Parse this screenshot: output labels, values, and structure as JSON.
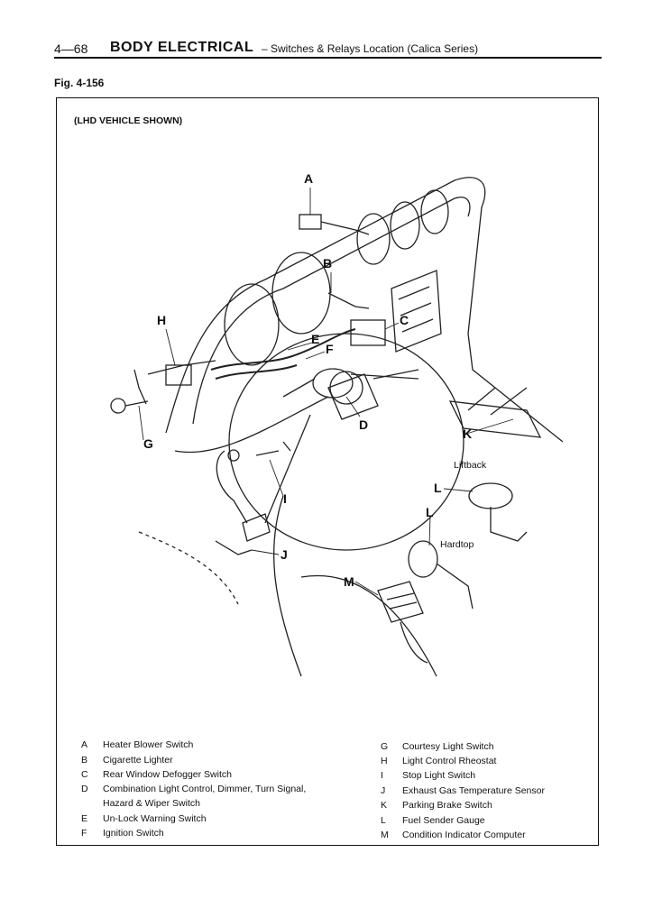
{
  "header": {
    "page_number": "4—68",
    "section": "BODY ELECTRICAL",
    "subtitle": "– Switches & Relays Location (Calica Series)"
  },
  "figure": {
    "number": "Fig. 4-156",
    "note": "(LHD VEHICLE SHOWN)",
    "callouts": [
      "A",
      "B",
      "C",
      "D",
      "E",
      "F",
      "G",
      "H",
      "I",
      "J",
      "K",
      "L",
      "L",
      "M"
    ],
    "sublabels": {
      "liftback": "Liftback",
      "hardtop": "Hardtop"
    }
  },
  "legend": {
    "left": [
      {
        "key": "A",
        "text": "Heater Blower Switch"
      },
      {
        "key": "B",
        "text": "Cigarette Lighter"
      },
      {
        "key": "C",
        "text": "Rear Window Defogger Switch"
      },
      {
        "key": "D",
        "text": "Combination Light Control, Dimmer, Turn Signal,"
      },
      {
        "key": "",
        "text": "Hazard & Wiper Switch"
      },
      {
        "key": "E",
        "text": "Un-Lock Warning Switch"
      },
      {
        "key": "F",
        "text": "Ignition Switch"
      }
    ],
    "right": [
      {
        "key": "G",
        "text": "Courtesy Light Switch"
      },
      {
        "key": "H",
        "text": "Light Control Rheostat"
      },
      {
        "key": "I",
        "text": "Stop Light Switch"
      },
      {
        "key": "J",
        "text": "Exhaust Gas Temperature Sensor"
      },
      {
        "key": "K",
        "text": "Parking Brake Switch"
      },
      {
        "key": "L",
        "text": "Fuel Sender Gauge"
      },
      {
        "key": "M",
        "text": "Condition Indicator Computer"
      }
    ]
  }
}
